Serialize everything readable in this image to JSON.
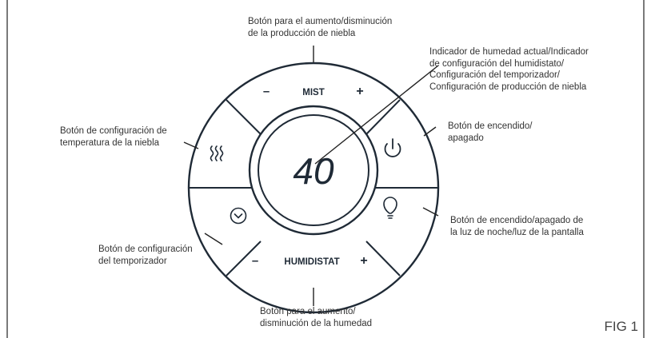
{
  "device": {
    "display_value": "40",
    "mist_label": "MIST",
    "humidistat_label": "HUMIDISTAT",
    "minus_symbol": "–",
    "plus_symbol": "+",
    "ink_color": "#1f2a36"
  },
  "callouts": {
    "mist_buttons": [
      "Botón para el aumento/disminución",
      "de la producción de niebla"
    ],
    "display": [
      "Indicador de humedad actual/Indicador",
      "de configuración del humidistato/",
      "Configuración del temporizador/",
      "Configuración de producción de niebla"
    ],
    "mist_temperature": [
      "Botón de configuración de",
      "temperatura de la niebla"
    ],
    "power": [
      "Botón de encendido/",
      "apagado"
    ],
    "night_light": [
      "Botón de encendido/apagado de",
      "la luz de noche/luz de la pantalla"
    ],
    "timer": [
      "Botón de configuración",
      "del temporizador"
    ],
    "humidity_buttons": [
      "Botón para el aumento/",
      "disminución de la humedad"
    ]
  },
  "figure_label": "FIG 1"
}
